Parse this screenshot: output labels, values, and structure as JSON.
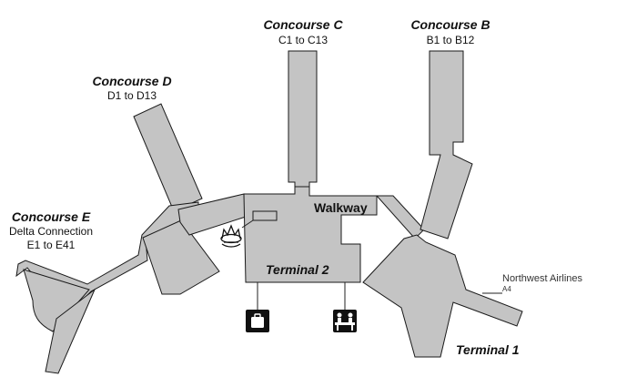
{
  "concourses": {
    "c": {
      "title": "Concourse C",
      "gates": "C1 to C13"
    },
    "b": {
      "title": "Concourse B",
      "gates": "B1 to B12"
    },
    "d": {
      "title": "Concourse D",
      "gates": "D1 to D13"
    },
    "e": {
      "title": "Concourse E",
      "airline": "Delta Connection",
      "gates": "E1 to E41"
    }
  },
  "walkway": "Walkway",
  "terminal_2": "Terminal 2",
  "terminal_1": "Terminal 1",
  "northwest": {
    "name": "Northwest Airlines",
    "gate": "A4"
  },
  "icons": {
    "baggage": "baggage-claim-icon",
    "ticketing": "ticket-counter-icon",
    "crown": "crown-room-icon"
  },
  "colors": {
    "building_fill": "#c4c4c4",
    "outline": "#1a1a1a",
    "icon_bg": "#111111",
    "text": "#111111"
  }
}
